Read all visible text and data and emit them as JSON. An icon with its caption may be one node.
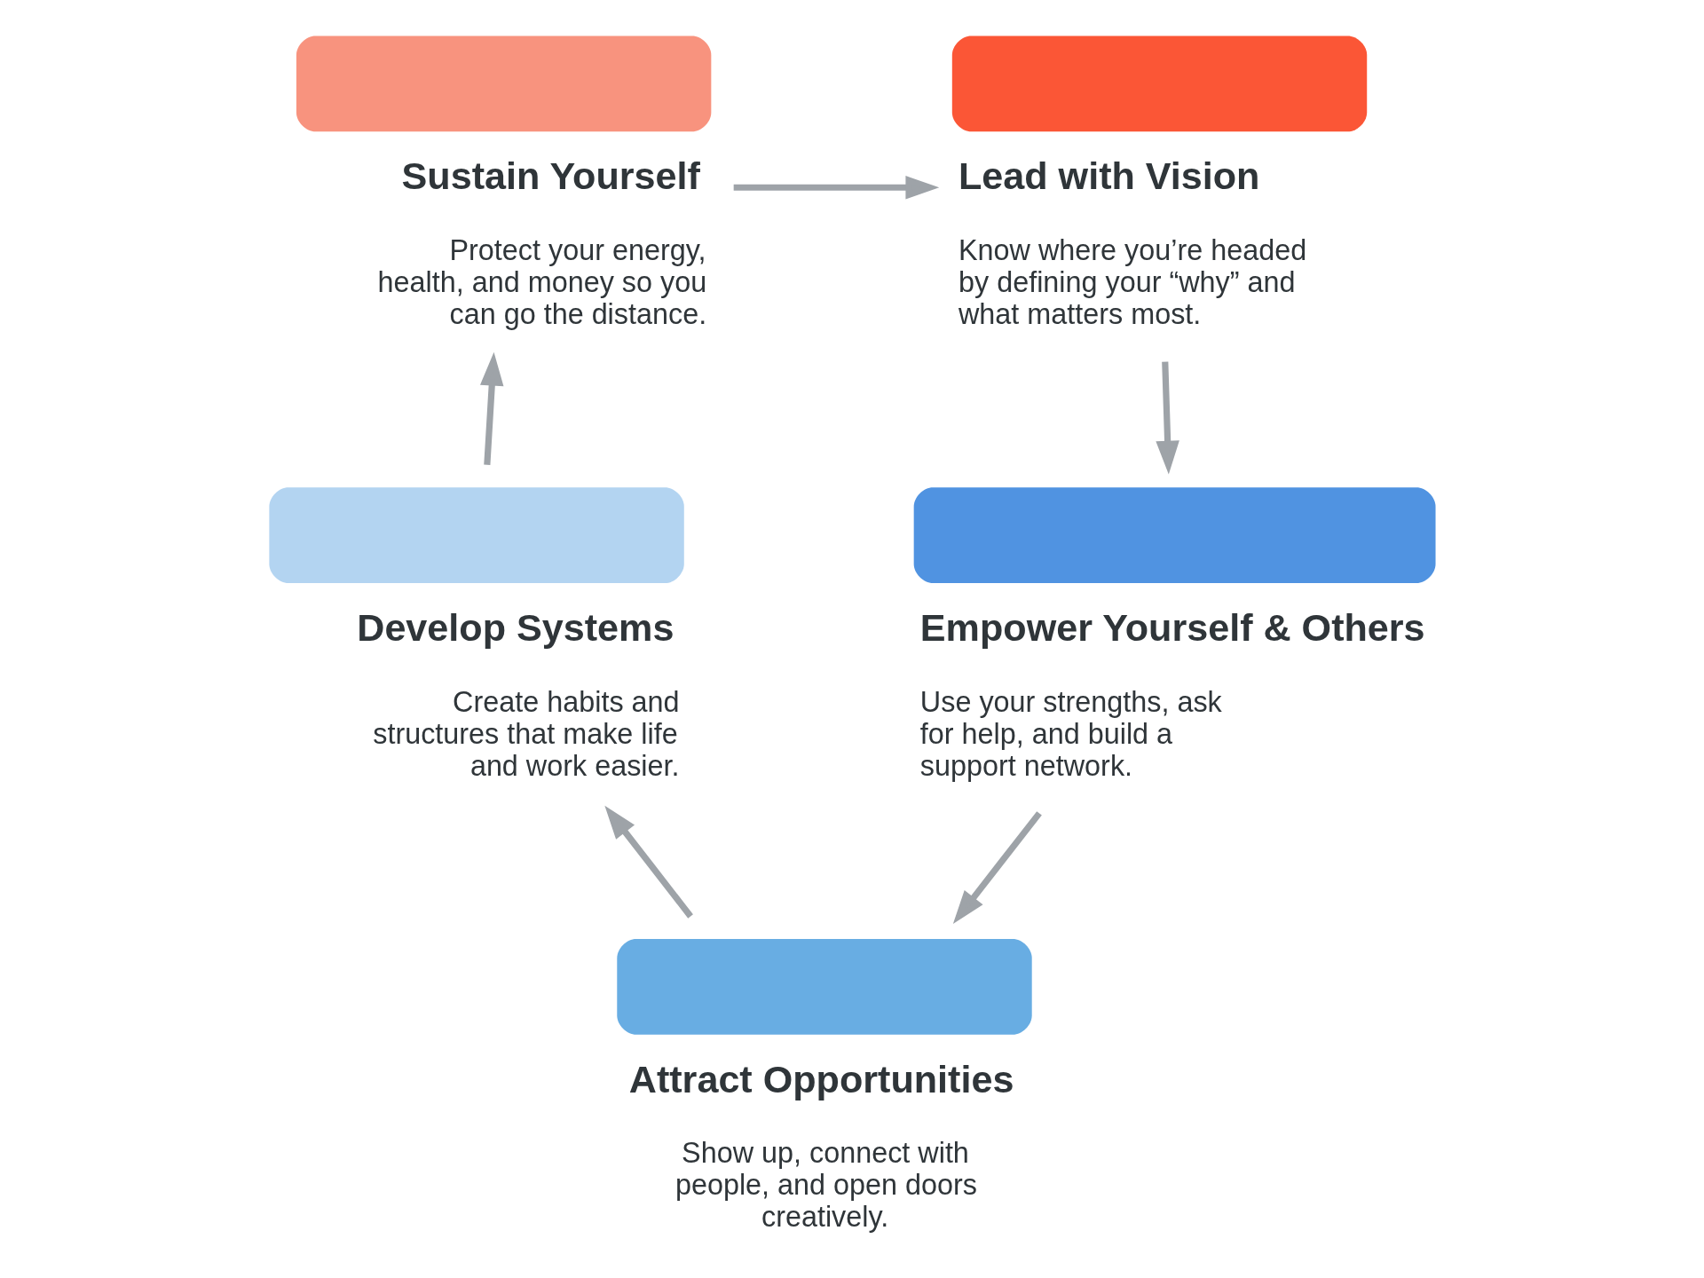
{
  "diagram": {
    "nodes": [
      {
        "text": [
          "Sustain Yourself",
          "Protect your energy, health, and money so you can go the distance."
        ]
      },
      {
        "text": [
          "Lead with Vision",
          "Know where you’re headed by defining your “why” and what matters most."
        ]
      },
      {
        "text": [
          "Develop Systems",
          "Create habits and structures that make life and work easier."
        ]
      },
      {
        "text": [
          "Empower Yourself & Others",
          "Use your strengths, ask for help, and build a support network."
        ]
      },
      {
        "text": [
          "Attract Opportunities",
          "Show up, connect with people, and open doors creatively."
        ]
      }
    ],
    "edges": [
      {
        "from": 0,
        "to": 1,
        "arrow": "to"
      },
      {
        "from": 1,
        "to": 3,
        "arrow": "to"
      },
      {
        "from": 3,
        "to": 4,
        "arrow": "to"
      },
      {
        "from": 4,
        "to": 2,
        "arrow": "to"
      },
      {
        "from": 2,
        "to": 0,
        "arrow": "to"
      }
    ]
  }
}
